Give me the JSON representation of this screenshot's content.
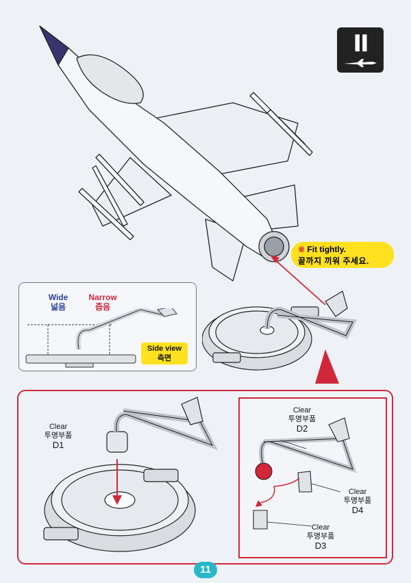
{
  "step": {
    "number": "II"
  },
  "fit_note": {
    "mark": "※",
    "english": "Fit tightly.",
    "korean": "끝까지 끼워 주세요."
  },
  "side_view": {
    "wide_en": "Wide",
    "wide_ko": "넓음",
    "narrow_en": "Narrow",
    "narrow_ko": "좁음",
    "label_en": "Side view",
    "label_ko": "측면"
  },
  "parts": {
    "d1": {
      "en": "Clear",
      "ko": "투명부품",
      "code": "D1"
    },
    "d2": {
      "en": "Clear",
      "ko": "투명부품",
      "code": "D2"
    },
    "d3": {
      "en": "Clear",
      "ko": "투명부품",
      "code": "D3"
    },
    "d4": {
      "en": "Clear",
      "ko": "투명부품",
      "code": "D4"
    }
  },
  "page_number": "11",
  "colors": {
    "accent_red": "#d0283a",
    "note_yellow": "#ffe11f",
    "page_teal": "#27b7c9"
  }
}
